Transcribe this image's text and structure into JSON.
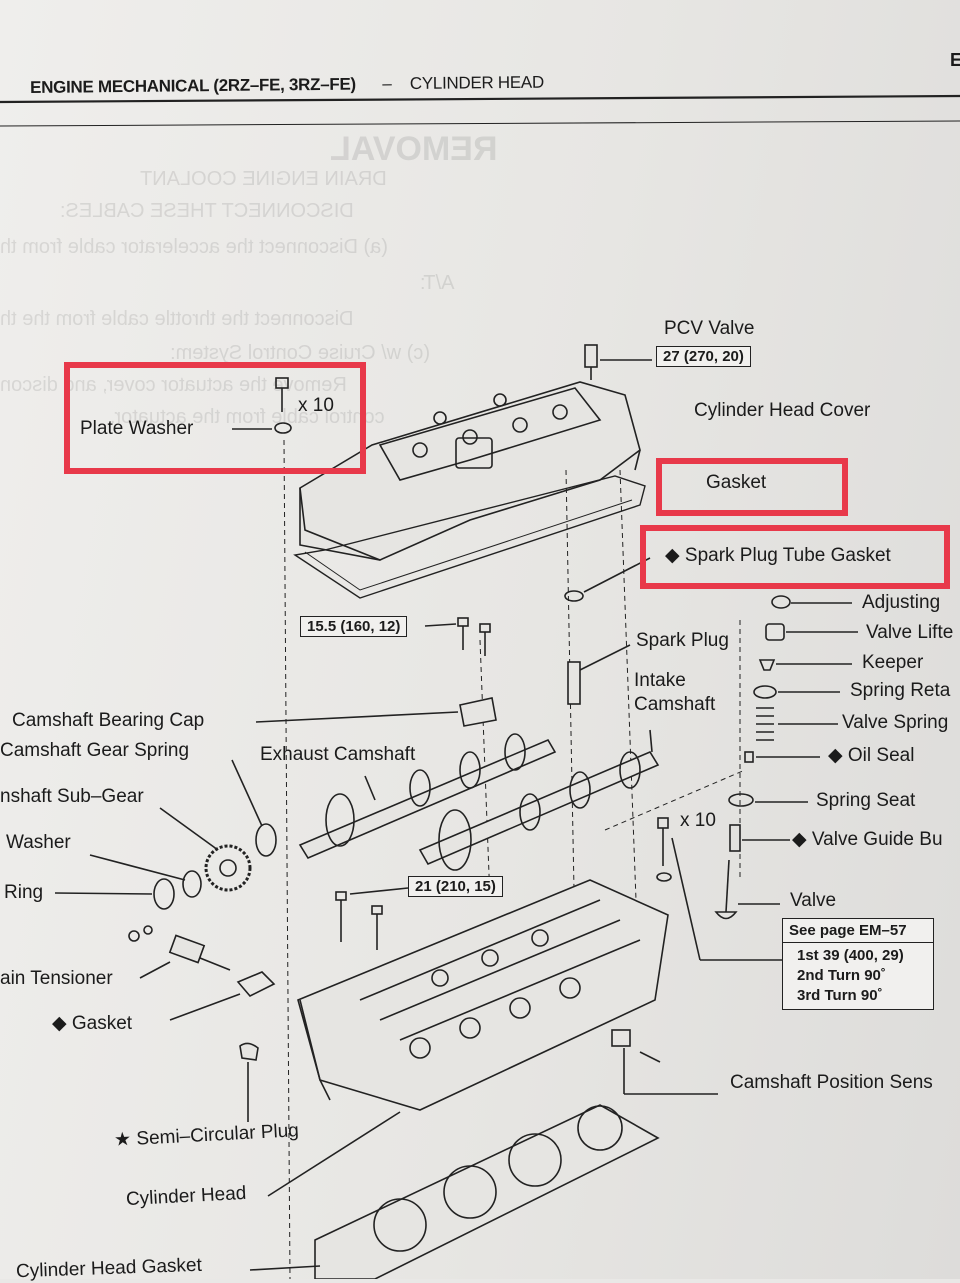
{
  "header": {
    "section": "ENGINE MECHANICAL (2RZ–FE, 3RZ–FE)",
    "separator": "–",
    "subsection": "CYLINDER HEAD",
    "corner_letter": "E"
  },
  "labels": {
    "pcv_valve": "PCV Valve",
    "cylinder_head_cover": "Cylinder Head Cover",
    "plate_washer": "Plate Washer",
    "qty_10_top": "x 10",
    "gasket_cover": "Gasket",
    "spark_plug_tube_gasket": "◆ Spark Plug Tube Gasket",
    "adjusting": "Adjusting",
    "valve_lifter": "Valve Lifte",
    "keeper": "Keeper",
    "spring_retainer": "Spring Reta",
    "valve_spring": "Valve Spring",
    "oil_seal": "◆ Oil Seal",
    "spring_seat": "Spring Seat",
    "valve_guide_bush": "◆ Valve Guide Bu",
    "valve": "Valve",
    "spark_plug": "Spark Plug",
    "intake_camshaft_1": "Intake",
    "intake_camshaft_2": "Camshaft",
    "camshaft_bearing_cap": "Camshaft Bearing Cap",
    "camshaft_gear_spring": "Camshaft Gear Spring",
    "exhaust_camshaft": "Exhaust Camshaft",
    "camshaft_sub_gear": "nshaft Sub–Gear",
    "washer": "Washer",
    "ring": "Ring",
    "qty_10_mid": "x 10",
    "chain_tensioner": "ain Tensioner",
    "gasket_tensioner": "◆ Gasket",
    "semi_circular_plug": "★ Semi–Circular Plug",
    "cylinder_head": "Cylinder Head",
    "cylinder_head_gasket": "Cylinder Head Gasket",
    "camshaft_position_sensor": "Camshaft Position Sens"
  },
  "torque": {
    "pcv": "27 (270, 20)",
    "bearing_cap": "15.5 (160, 12)",
    "head_front": "21 (210, 15)",
    "see_page": "See page EM–57",
    "first": "1st 39 (400, 29)",
    "second": "2nd Turn 90˚",
    "third": "3rd Turn 90˚"
  },
  "background_text": {
    "line1": "REMOVAL",
    "line2": "DRAIN ENGINE COOLANT",
    "line3": "DISCONNECT THESE CABLES:",
    "line4": "(a) Disconnect the accelerator cable from th",
    "line5": "A/T:",
    "line6": "Disconnect the throttle cable from the th",
    "line7": "(c) w/ Cruise Control System:",
    "line8": "Remove the actuator cover, and discon",
    "line9": "control cable from the actuator."
  },
  "colors": {
    "highlight": "#e8394a",
    "ink": "#1b1b1b",
    "paper": "#eceae7"
  }
}
